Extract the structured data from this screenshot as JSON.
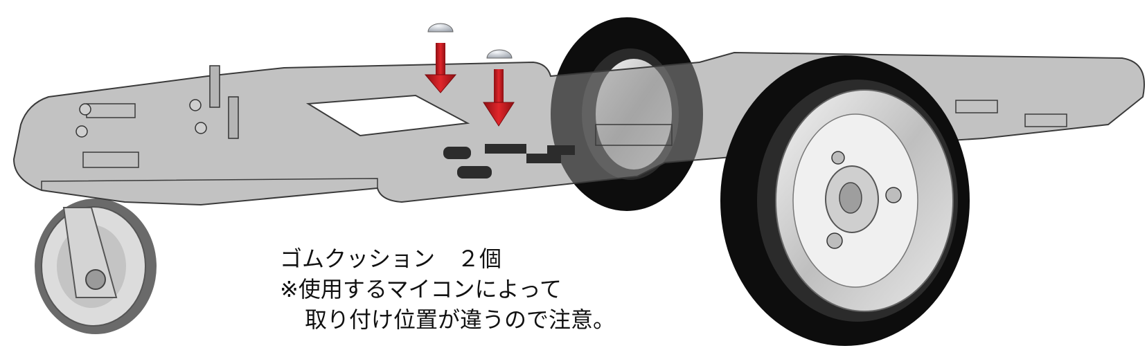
{
  "caption": {
    "line1": "ゴムクッション　２個",
    "line2": "※使用するマイコンによって",
    "line3": "取り付け位置が違うので注意。"
  },
  "colors": {
    "plate_fill": "#8f8f8f",
    "plate_edge": "#3a3a3a",
    "tire": "#0d0d0d",
    "hub": "#d9d9d9",
    "arrow": "#c8191e",
    "cushion": "#c9ced6"
  },
  "icons": {
    "arrow_1": "down-arrow-icon",
    "arrow_2": "down-arrow-icon",
    "cushion_1": "rubber-cushion-icon",
    "cushion_2": "rubber-cushion-icon"
  }
}
